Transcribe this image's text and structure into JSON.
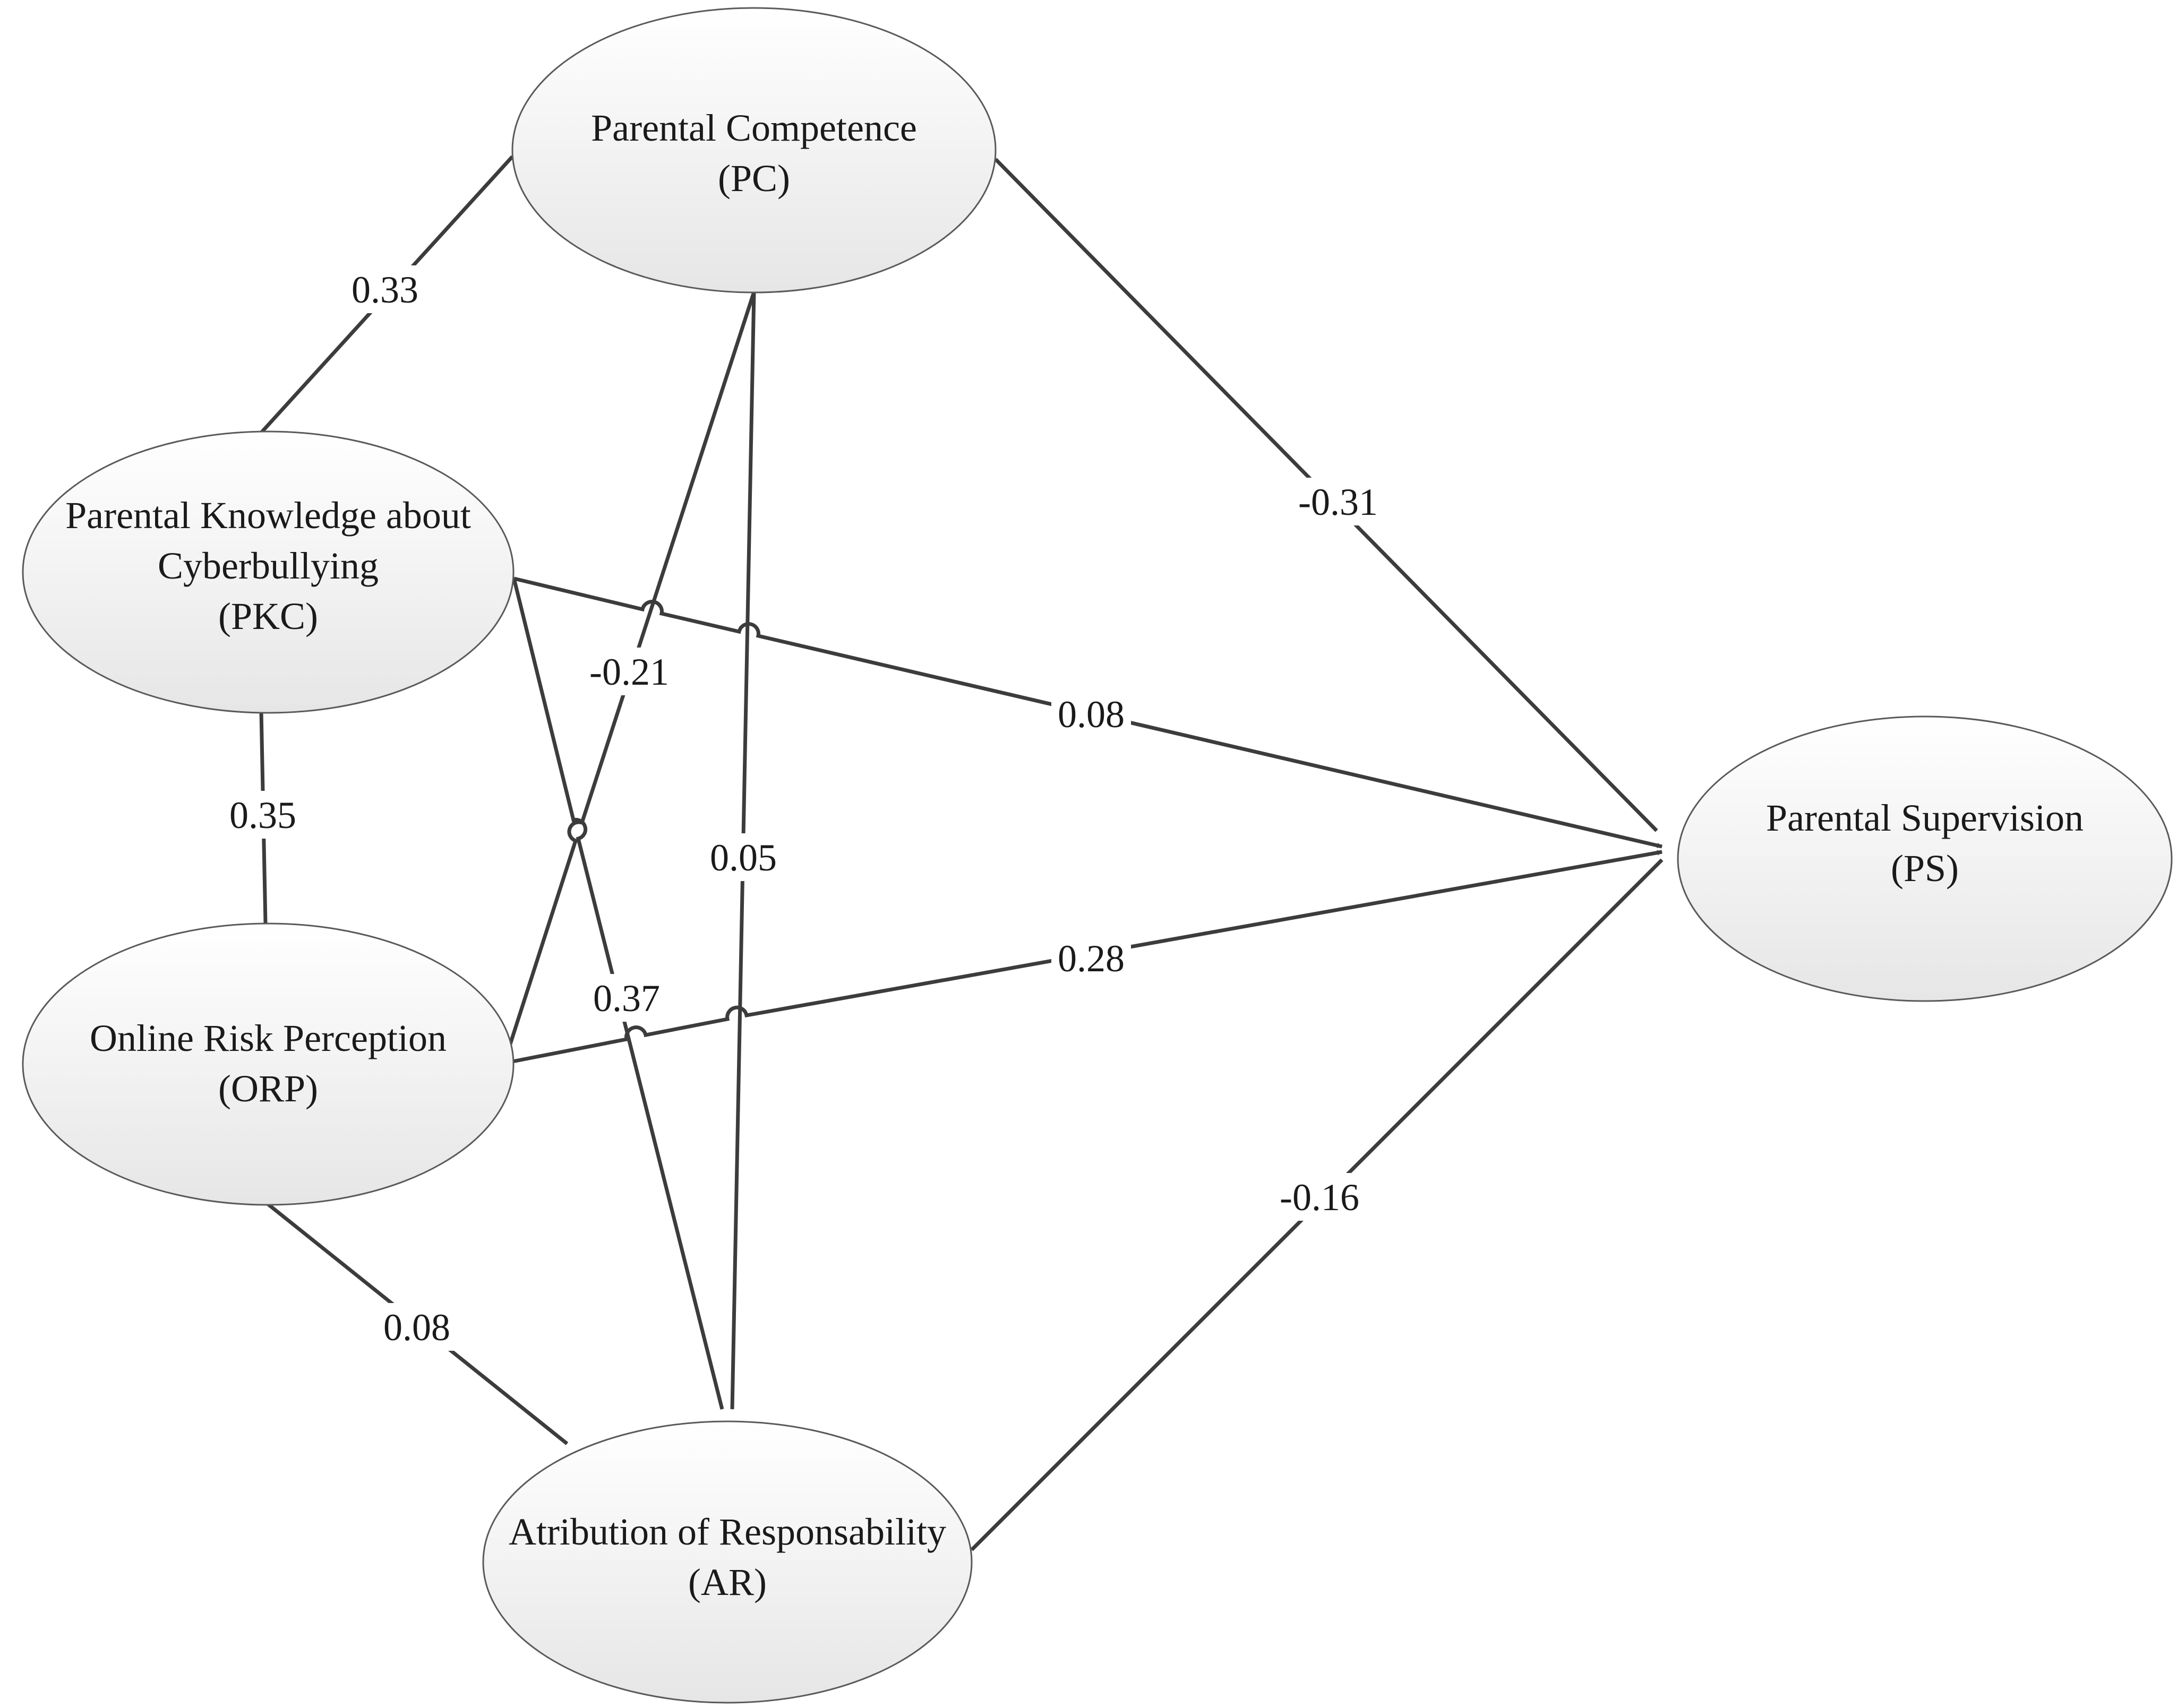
{
  "nodes": {
    "pc": {
      "line1": "Parental Competence",
      "line2": "(PC)"
    },
    "pkc": {
      "line1": "Parental Knowledge about",
      "line2": "Cyberbullying",
      "line3": "(PKC)"
    },
    "orp": {
      "line1": "Online Risk Perception",
      "line2": "(ORP)"
    },
    "ar": {
      "line1": "Atribution of Responsability",
      "line2": "(AR)"
    },
    "ps": {
      "line1": "Parental Supervision",
      "line2": "(PS)"
    }
  },
  "edges": {
    "pkc_pc": {
      "from": "PKC",
      "to": "PC",
      "coefficient": "0.33"
    },
    "pkc_orp": {
      "from": "PKC",
      "to": "ORP",
      "coefficient": "0.35"
    },
    "pc_orp": {
      "from": "PC",
      "to": "ORP",
      "coefficient": "-0.21"
    },
    "pc_ar": {
      "from": "PC",
      "to": "AR",
      "coefficient": "0.05"
    },
    "pkc_ar": {
      "from": "PKC",
      "to": "AR",
      "coefficient": "0.37"
    },
    "pc_ps": {
      "from": "PC",
      "to": "PS",
      "coefficient": "-0.31"
    },
    "pkc_ps": {
      "from": "PKC",
      "to": "PS",
      "coefficient": "0.08"
    },
    "orp_ps": {
      "from": "ORP",
      "to": "PS",
      "coefficient": "0.28"
    },
    "orp_ar": {
      "from": "ORP",
      "to": "AR",
      "coefficient": "0.08"
    },
    "ar_ps": {
      "from": "AR",
      "to": "PS",
      "coefficient": "-0.16"
    }
  },
  "colors": {
    "ellipse_fill_top": "#ffffff",
    "ellipse_fill_bottom": "#e6e6e6",
    "arrow": "#3c3c3c",
    "text": "#1a1a1a"
  }
}
